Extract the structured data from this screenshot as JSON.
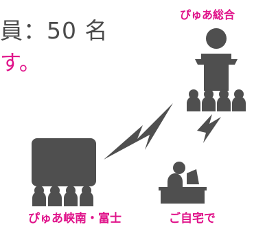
{
  "capacity_text": "員：50 名",
  "note_text": "す。",
  "labels": {
    "main_site": "ぴゅあ総合",
    "branch_sites": "ぴゅあ峡南・富士",
    "home": "ご自宅で"
  },
  "colors": {
    "accent": "#e0138a",
    "icon": "#4f4f4f"
  },
  "icons": [
    "lecturer-podium-icon",
    "audience-icon",
    "screen-icon",
    "lightning-icon",
    "home-viewer-icon"
  ]
}
